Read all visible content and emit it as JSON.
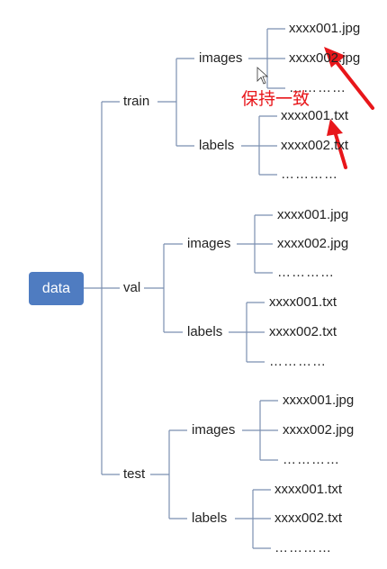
{
  "root": {
    "label": "data"
  },
  "splits": [
    {
      "label": "train",
      "folders": [
        {
          "label": "images",
          "files": [
            "xxxx001.jpg",
            "xxxx002.jpg",
            "…………"
          ]
        },
        {
          "label": "labels",
          "files": [
            "xxxx001.txt",
            "xxxx002.txt",
            "…………"
          ]
        }
      ]
    },
    {
      "label": "val",
      "folders": [
        {
          "label": "images",
          "files": [
            "xxxx001.jpg",
            "xxxx002.jpg",
            "…………"
          ]
        },
        {
          "label": "labels",
          "files": [
            "xxxx001.txt",
            "xxxx002.txt",
            "…………"
          ]
        }
      ]
    },
    {
      "label": "test",
      "folders": [
        {
          "label": "images",
          "files": [
            "xxxx001.jpg",
            "xxxx002.jpg",
            "…………"
          ]
        },
        {
          "label": "labels",
          "files": [
            "xxxx001.txt",
            "xxxx002.txt",
            "…………"
          ]
        }
      ]
    }
  ],
  "annotation": {
    "text": "保持一致"
  },
  "colors": {
    "line": "#7b8fb0",
    "root_fill": "#4f7cc1",
    "annotation": "#e8161a"
  }
}
